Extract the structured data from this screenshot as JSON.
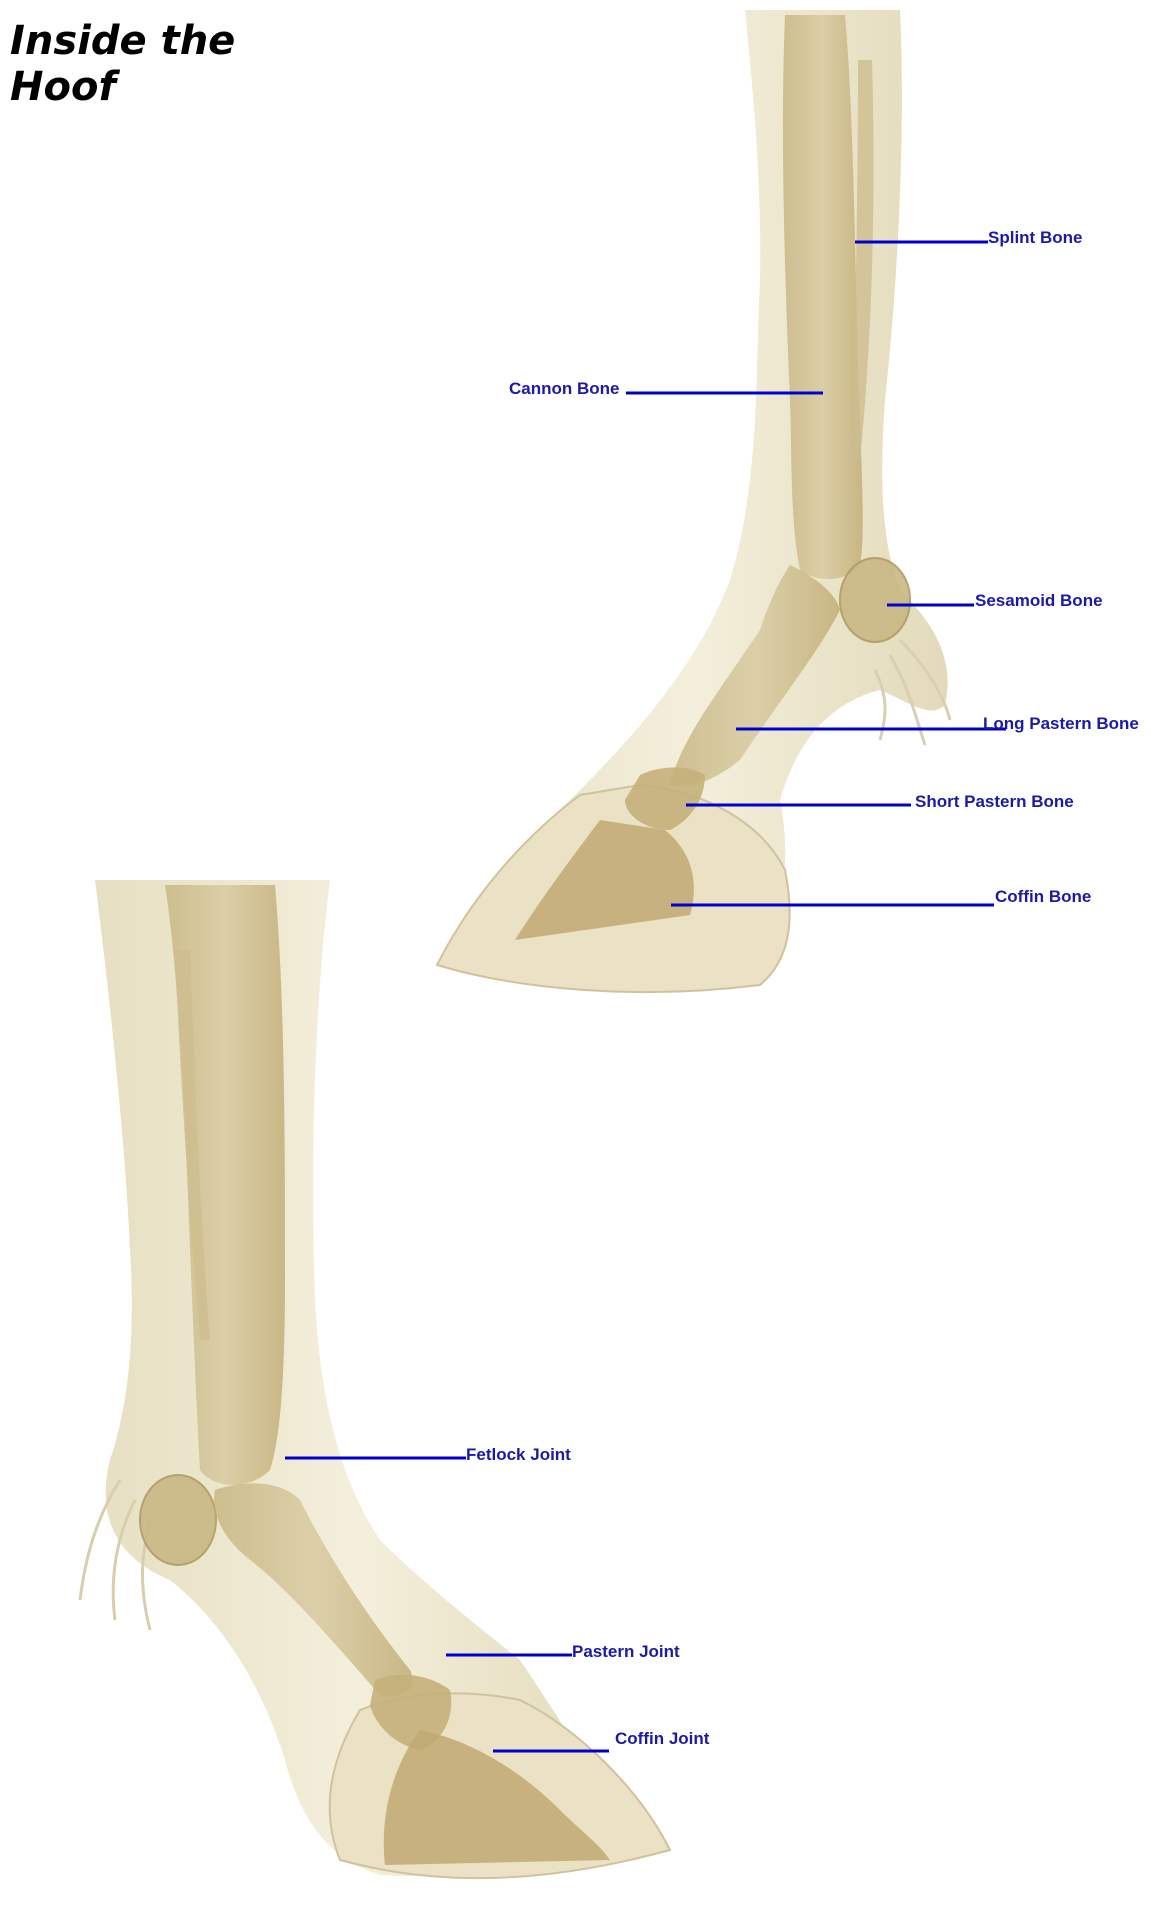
{
  "title": "Inside the Hoof",
  "colors": {
    "label": "#1a1aa6",
    "leader": "#0000cc",
    "hair": "#efe9d2",
    "hair_shadow": "#d9d1b0",
    "bone": "#c9b98a",
    "bone_dark": "#b59f68",
    "hoof_wall": "#ebe1c4"
  },
  "upper_leg": {
    "labels": {
      "splint": "Splint Bone",
      "cannon": "Cannon Bone",
      "sesamoid": "Sesamoid Bone",
      "long_pastern": "Long Pastern Bone",
      "short_pastern": "Short Pastern Bone",
      "coffin": "Coffin Bone"
    }
  },
  "lower_leg": {
    "labels": {
      "fetlock": "Fetlock Joint",
      "pastern": "Pastern Joint",
      "coffin_joint": "Coffin Joint"
    }
  }
}
